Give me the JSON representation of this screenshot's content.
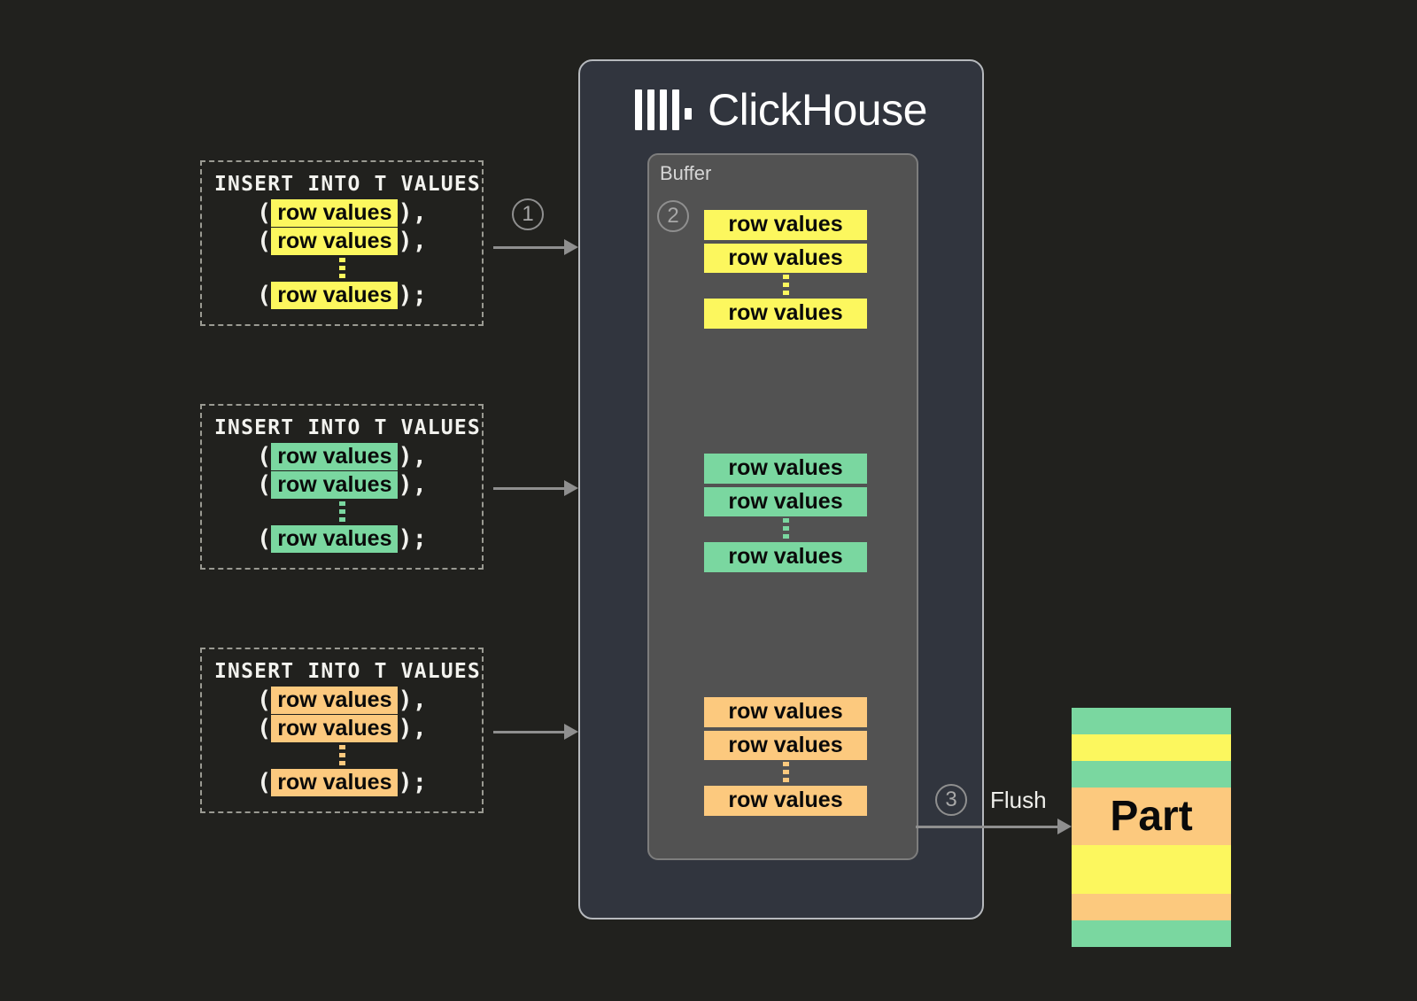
{
  "page": {
    "background": "#21211e",
    "title": "ClickHouse insert buffering and flush to part"
  },
  "colors": {
    "yellow": "#fcf75e",
    "green": "#7ad7a0",
    "orange": "#fcc97e",
    "panel": "#31353e",
    "buffer": "#525252",
    "arrow": "#8f8f8f"
  },
  "inserts": [
    {
      "header": "INSERT INTO T VALUES",
      "color": "yellow",
      "lines": [
        {
          "open": "(",
          "chip": "row values",
          "close": "),"
        },
        {
          "open": "(",
          "chip": "row values",
          "close": "),"
        },
        {
          "open": "(",
          "chip": "row values",
          "close": ");"
        }
      ]
    },
    {
      "header": "INSERT INTO T VALUES",
      "color": "green",
      "lines": [
        {
          "open": "(",
          "chip": "row values",
          "close": "),"
        },
        {
          "open": "(",
          "chip": "row values",
          "close": "),"
        },
        {
          "open": "(",
          "chip": "row values",
          "close": ");"
        }
      ]
    },
    {
      "header": "INSERT INTO T VALUES",
      "color": "orange",
      "lines": [
        {
          "open": "(",
          "chip": "row values",
          "close": "),"
        },
        {
          "open": "(",
          "chip": "row values",
          "close": "),"
        },
        {
          "open": "(",
          "chip": "row values",
          "close": ");"
        }
      ]
    }
  ],
  "steps": {
    "one": "1",
    "two": "2",
    "three": "3"
  },
  "clickhouse": {
    "title": "ClickHouse",
    "buffer_label": "Buffer",
    "groups": [
      {
        "color": "yellow",
        "rows": [
          "row values",
          "row values",
          "row values"
        ]
      },
      {
        "color": "green",
        "rows": [
          "row values",
          "row values",
          "row values"
        ]
      },
      {
        "color": "orange",
        "rows": [
          "row values",
          "row values",
          "row values"
        ]
      }
    ]
  },
  "flush": {
    "label": "Flush"
  },
  "part": {
    "label": "Part",
    "stripes": [
      {
        "color": "green",
        "height": 30
      },
      {
        "color": "yellow",
        "height": 30
      },
      {
        "color": "green",
        "height": 30
      },
      {
        "color": "orange",
        "height": 65,
        "label": true
      },
      {
        "color": "yellow",
        "height": 55
      },
      {
        "color": "orange",
        "height": 30
      },
      {
        "color": "green",
        "height": 30
      }
    ]
  }
}
